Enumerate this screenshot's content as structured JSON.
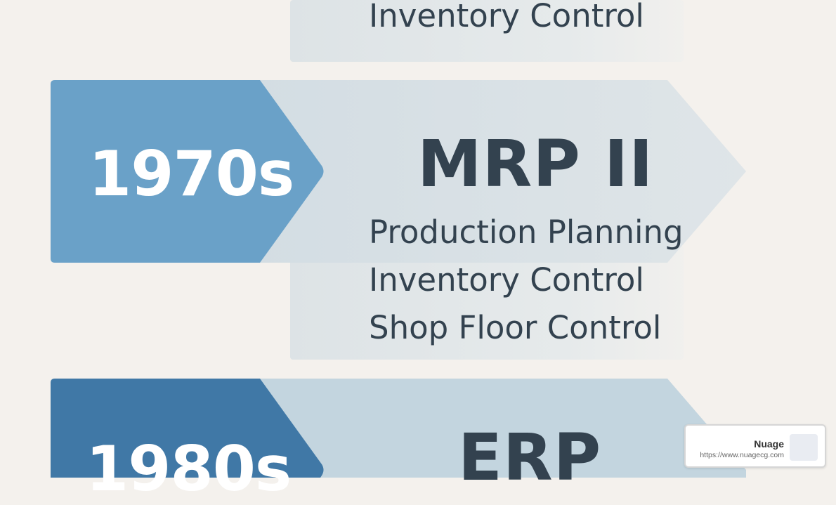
{
  "stages": [
    {
      "year": "",
      "title": "",
      "features": [
        "Inventory Control"
      ],
      "year_color": "#6aa1c8",
      "band_color": "#d9e2e7"
    },
    {
      "year": "1970s",
      "title": "MRP II",
      "features": [
        "Production Planning",
        "Inventory Control",
        "Shop Floor Control"
      ],
      "year_color": "#6aa1c8",
      "band_color": "#d6e0e6"
    },
    {
      "year": "1980s",
      "title": "ERP",
      "features": [],
      "year_color": "#4078a6",
      "band_color": "#c3d5df"
    }
  ],
  "watermark": {
    "name": "Nuage",
    "url": "https://www.nuagecg.com"
  }
}
